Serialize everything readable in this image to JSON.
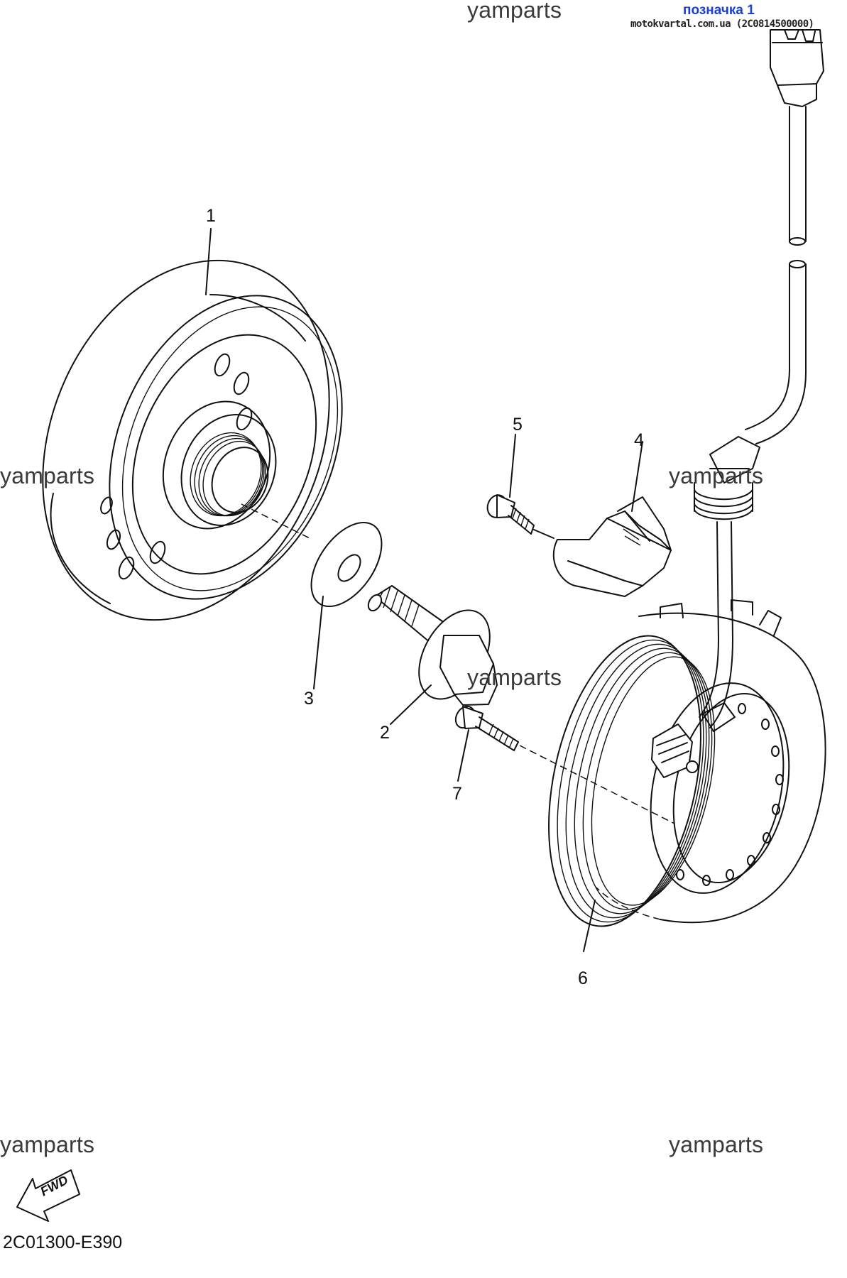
{
  "header": {
    "label": "позначка 1",
    "site_text": "motokvartal.com.ua (2C0814500000)"
  },
  "watermarks": [
    "yamparts",
    "yamparts",
    "yamparts",
    "yamparts",
    "yamparts",
    "yamparts"
  ],
  "callouts": [
    "1",
    "2",
    "3",
    "4",
    "5",
    "6",
    "7"
  ],
  "fwd_badge": "FWD",
  "diagram_code": "2C01300-E390",
  "icons": [
    "fwd-arrow-icon"
  ]
}
